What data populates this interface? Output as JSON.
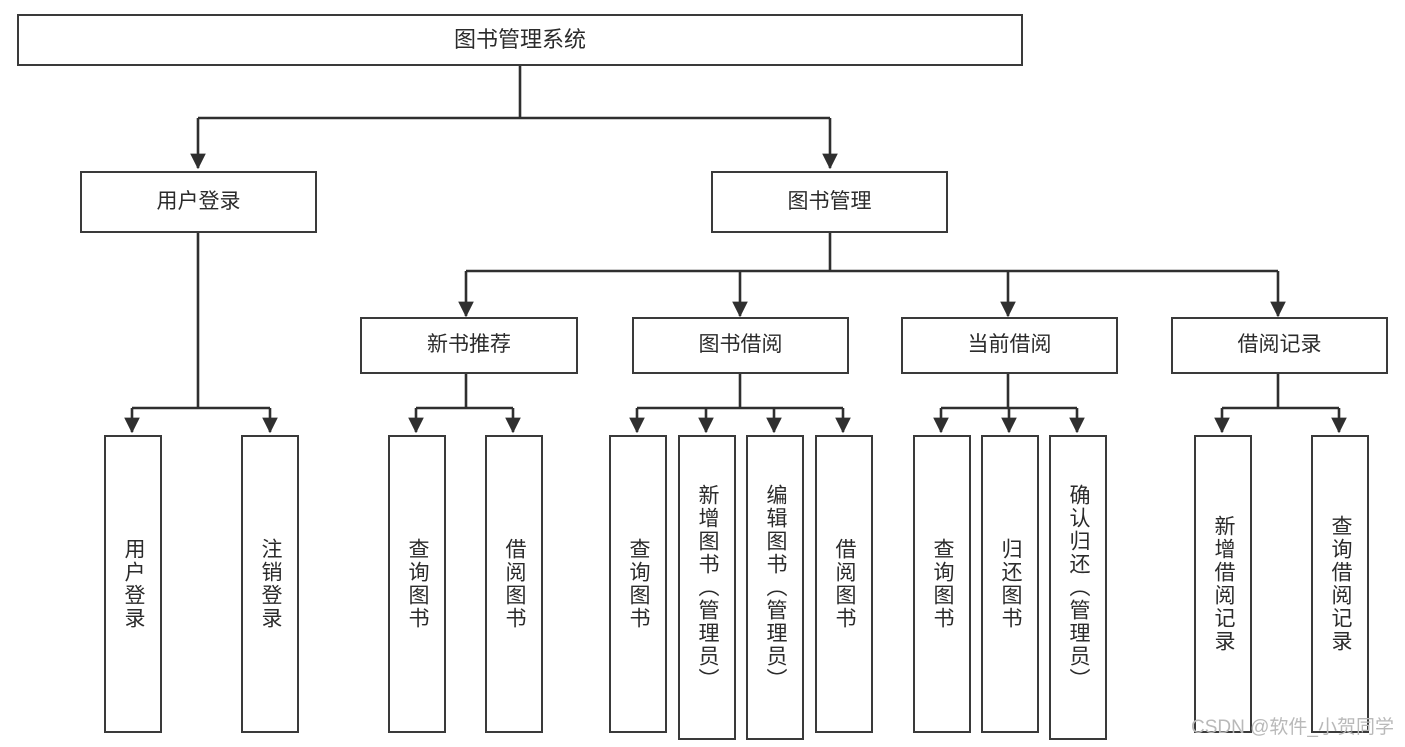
{
  "diagram": {
    "title": "图书管理系统",
    "type": "tree",
    "colors": {
      "box_border": "#3a3a3a",
      "box_fill": "#ffffff",
      "connector": "#2f2f2f",
      "text": "#2b2b2b",
      "watermark": "#b9b9b9",
      "background": "#ffffff"
    },
    "root": {
      "label": "图书管理系统"
    },
    "level2": [
      {
        "label": "用户登录"
      },
      {
        "label": "图书管理"
      }
    ],
    "level3": [
      {
        "label": "新书推荐"
      },
      {
        "label": "图书借阅"
      },
      {
        "label": "当前借阅"
      },
      {
        "label": "借阅记录"
      }
    ],
    "leaves": {
      "user_login": [
        {
          "label": "用户登录"
        },
        {
          "label": "注销登录"
        }
      ],
      "new_book_recommend": [
        {
          "label": "查询图书"
        },
        {
          "label": "借阅图书"
        }
      ],
      "book_borrow": [
        {
          "label": "查询图书"
        },
        {
          "label": "新增图书（管理员）"
        },
        {
          "label": "编辑图书（管理员）"
        },
        {
          "label": "借阅图书"
        }
      ],
      "current_borrow": [
        {
          "label": "查询图书"
        },
        {
          "label": "归还图书"
        },
        {
          "label": "确认归还（管理员）"
        }
      ],
      "borrow_record": [
        {
          "label": "新增借阅记录"
        },
        {
          "label": "查询借阅记录"
        }
      ]
    }
  },
  "watermark": {
    "text": "CSDN @软件_小贺同学"
  }
}
